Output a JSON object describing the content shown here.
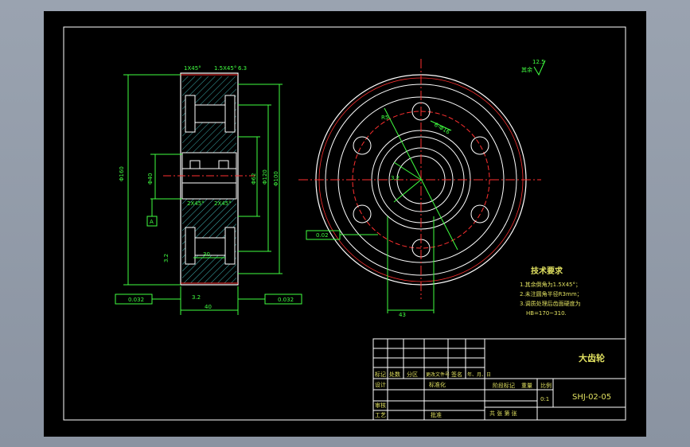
{
  "drawing": {
    "part_name": "大齿轮",
    "drawing_number": "SHJ-02-05",
    "scale": "0:1",
    "sheet_info": "共  张  第  张",
    "tech_req": {
      "title": "技术要求",
      "items": [
        "1.其余倒角为1.5X45°；",
        "2.未注圆角半径R3mm；",
        "3.调质处理后齿面硬度为",
        "HB=170~310."
      ]
    },
    "roughness_note": "其余",
    "roughness_value": "12.5",
    "dims": {
      "width": "40",
      "hub_width": "30",
      "bore_key": "43",
      "chamfer_1": "1X45°",
      "chamfer_2": "1.5X45°",
      "chamfer_3": "2X45°",
      "chamfer_4": "2X45°",
      "tol_left": "0.032",
      "tol_right": "0.032",
      "tol_face": "0.02",
      "datum": "A",
      "rough_a": "3.2",
      "rough_b": "6.3",
      "rough_c": "3.2",
      "dia_outer": "Φ160",
      "dia_root": "Φ120",
      "dia_hub": "Φ62",
      "dia_bore": "Φ40",
      "hole_count": "6-Φ16",
      "pcd": "Φ100",
      "hole_r": "R5"
    },
    "title_block": {
      "rows": [
        "标记",
        "处数",
        "分区",
        "更改文件号",
        "签名",
        "年、月、日"
      ],
      "design": "设计",
      "standard": "标准化",
      "review": "审核",
      "process": "工艺",
      "approve": "批准",
      "stage": "阶段标记",
      "weight": "重量",
      "ratio": "比例"
    }
  }
}
